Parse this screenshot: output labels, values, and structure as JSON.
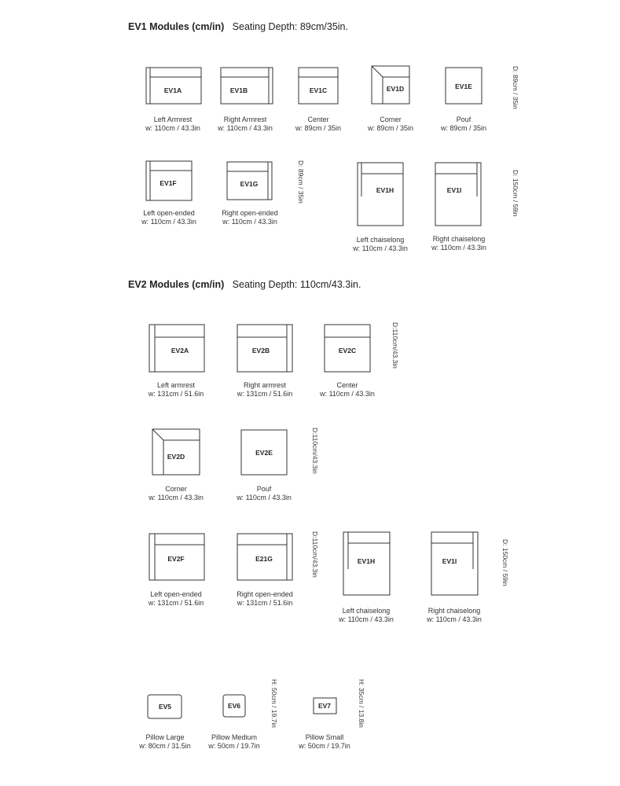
{
  "sections": {
    "ev1": {
      "title": "EV1 Modules (cm/in)",
      "depth": "Seating Depth: 89cm/35in."
    },
    "ev2": {
      "title": "EV2 Modules (cm/in)",
      "depth": "Seating Depth: 110cm/43.3in."
    }
  },
  "modules": [
    {
      "code": "EV1A",
      "name": "Left Armrest",
      "width": "w: 110cm / 43.3in"
    },
    {
      "code": "EV1B",
      "name": "Right Armrest",
      "width": "w: 110cm / 43.3in"
    },
    {
      "code": "EV1C",
      "name": "Center",
      "width": "w: 89cm / 35in"
    },
    {
      "code": "EV1D",
      "name": "Corner",
      "width": "w: 89cm / 35in"
    },
    {
      "code": "EV1E",
      "name": "Pouf",
      "width": "w: 89cm / 35in"
    },
    {
      "code": "EV1F",
      "name": "Left open-ended",
      "width": "w: 110cm / 43.3in"
    },
    {
      "code": "EV1G",
      "name": "Right open-ended",
      "width": "w: 110cm / 43.3in"
    },
    {
      "code": "EV1H",
      "name": "Left chaiselong",
      "width": "w: 110cm / 43.3in"
    },
    {
      "code": "EV1I",
      "name": "Right chaiselong",
      "width": "w: 110cm / 43.3in"
    },
    {
      "code": "EV2A",
      "name": "Left armrest",
      "width": "w: 131cm / 51.6in"
    },
    {
      "code": "EV2B",
      "name": "Right armrest",
      "width": "w: 131cm / 51.6in"
    },
    {
      "code": "EV2C",
      "name": "Center",
      "width": "w: 110cm / 43.3in"
    },
    {
      "code": "EV2D",
      "name": "Corner",
      "width": "w: 110cm / 43.3in"
    },
    {
      "code": "EV2E",
      "name": "Pouf",
      "width": "w: 110cm / 43.3in"
    },
    {
      "code": "EV2F",
      "name": "Left open-ended",
      "width": "w: 131cm / 51.6in"
    },
    {
      "code": "E21G",
      "name": "Right open-ended",
      "width": "w: 131cm / 51.6in"
    },
    {
      "code": "EV1H",
      "name": "Left chaiselong",
      "width": "w: 110cm / 43.3in"
    },
    {
      "code": "EV1I",
      "name": "Right chaiselong",
      "width": "w: 110cm / 43.3in"
    },
    {
      "code": "EV5",
      "name": "Pillow Large",
      "width": "w: 80cm / 31.5in"
    },
    {
      "code": "EV6",
      "name": "Pillow Medium",
      "width": "w: 50cm / 19.7in"
    },
    {
      "code": "EV7",
      "name": "Pillow Small",
      "width": "w: 50cm / 19.7in"
    }
  ],
  "dimensions": [
    "D: 89cm / 35in",
    "D: 89cm / 35in",
    "D: 150cm / 59in",
    "D:110cm/43.3in",
    "D:110cm/43.3in",
    "D:110cm/43.3in",
    "D: 150cm / 59in",
    "H: 50cm / 19.7in",
    "H: 35cm / 13.8in"
  ]
}
